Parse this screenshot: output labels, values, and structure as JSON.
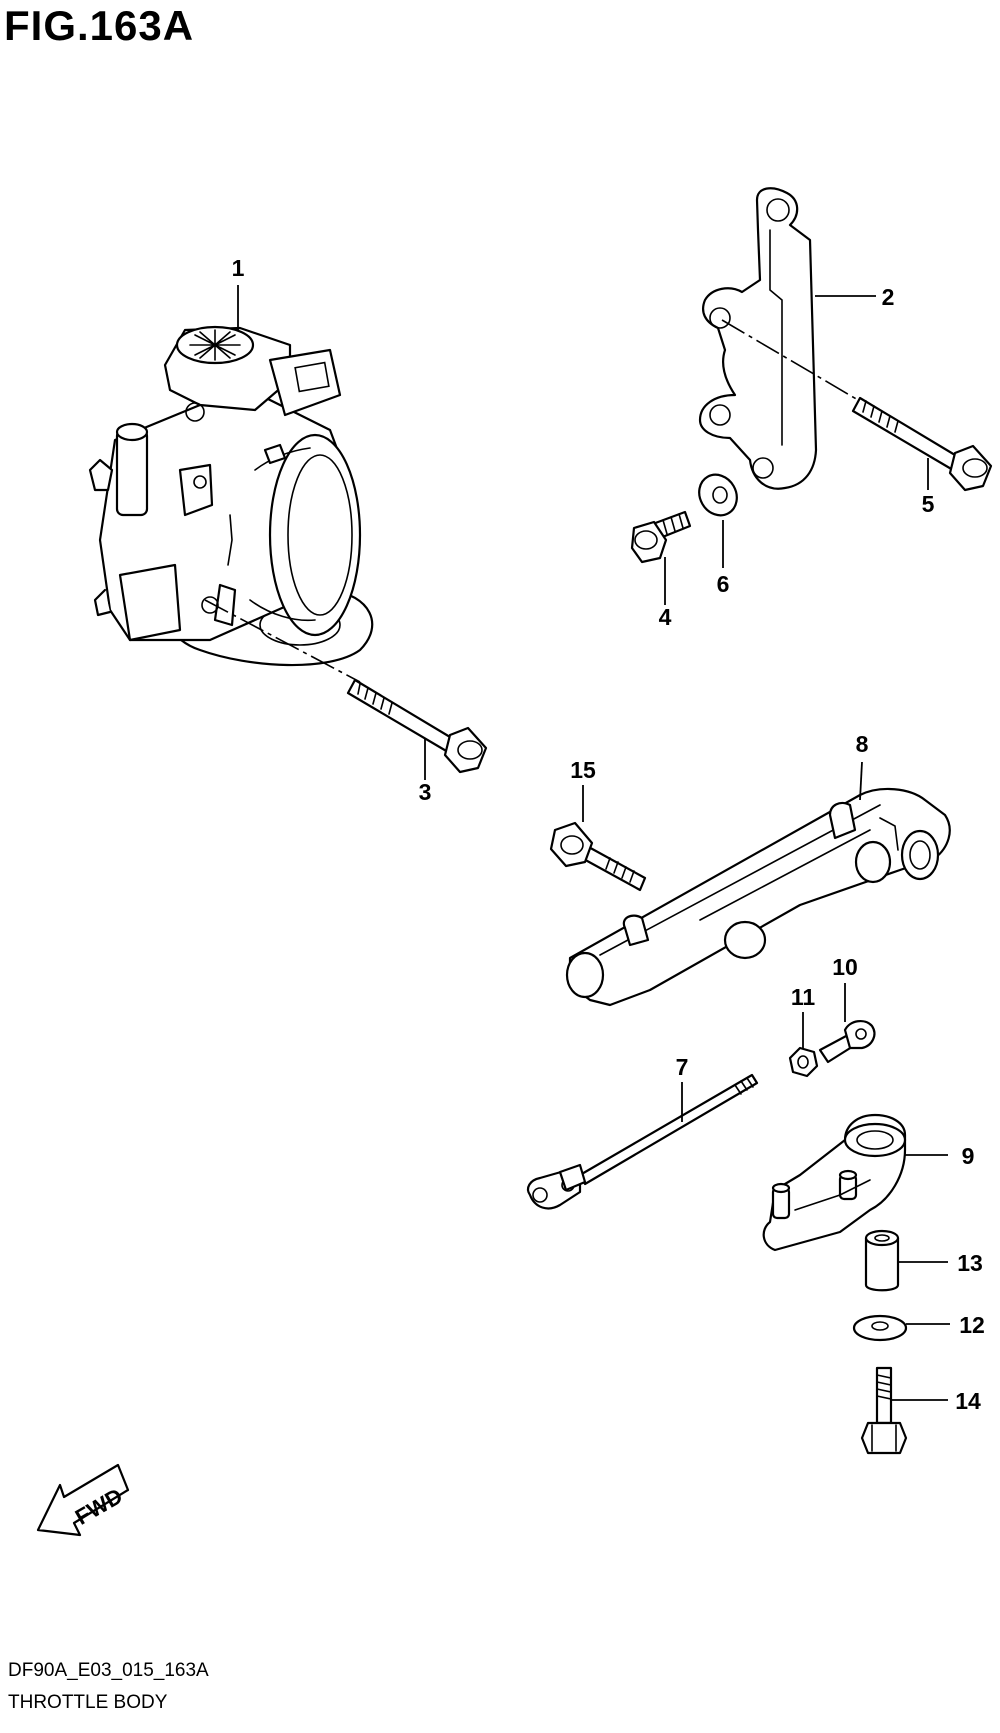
{
  "figure": {
    "title": "FIG.163A",
    "code": "DF90A_E03_015_163A",
    "name": "THROTTLE BODY",
    "direction_label": "FWD"
  },
  "callouts": {
    "p1": "1",
    "p2": "2",
    "p3": "3",
    "p4": "4",
    "p5": "5",
    "p6": "6",
    "p7": "7",
    "p8": "8",
    "p9": "9",
    "p10": "10",
    "p11": "11",
    "p12": "12",
    "p13": "13",
    "p14": "14",
    "p15": "15"
  }
}
